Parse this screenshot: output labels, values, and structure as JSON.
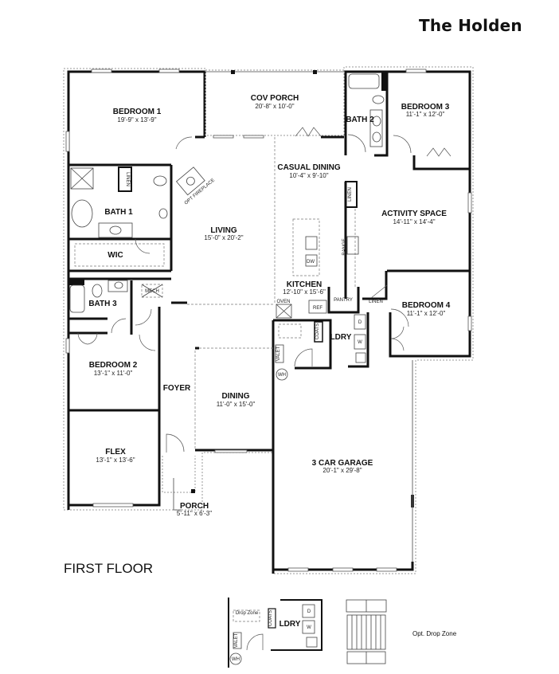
{
  "header": {
    "title": "The Holden"
  },
  "plan": {
    "floor_label": "FIRST FLOOR",
    "rooms": [
      {
        "id": "bedroom1",
        "name": "BEDROOM 1",
        "dims": "19'-9\" x 13'-9\""
      },
      {
        "id": "cov_porch",
        "name": "COV PORCH",
        "dims": "20'-8\" x 10'-0\""
      },
      {
        "id": "bath2",
        "name": "BATH 2",
        "dims": ""
      },
      {
        "id": "bedroom3",
        "name": "BEDROOM 3",
        "dims": "11'-1\" x 12'-0\""
      },
      {
        "id": "casual_dining",
        "name": "CASUAL DINING",
        "dims": "10'-4\" x 9'-10\""
      },
      {
        "id": "bath1",
        "name": "BATH 1",
        "dims": ""
      },
      {
        "id": "living",
        "name": "LIVING",
        "dims": "15'-0\" x 20'-2\""
      },
      {
        "id": "activity_space",
        "name": "ACTIVITY SPACE",
        "dims": "14'-11\" x 14'-4\""
      },
      {
        "id": "wic",
        "name": "WIC",
        "dims": ""
      },
      {
        "id": "kitchen",
        "name": "KITCHEN",
        "dims": "12'-10\" x 15'-6\""
      },
      {
        "id": "bath3",
        "name": "BATH 3",
        "dims": ""
      },
      {
        "id": "bedroom4",
        "name": "BEDROOM 4",
        "dims": "11'-1\" x 12'-0\""
      },
      {
        "id": "ldry",
        "name": "LDRY",
        "dims": ""
      },
      {
        "id": "bedroom2",
        "name": "BEDROOM 2",
        "dims": "13'-1\" x 11'-0\""
      },
      {
        "id": "foyer",
        "name": "FOYER",
        "dims": ""
      },
      {
        "id": "dining",
        "name": "DINING",
        "dims": "11'-0\" x 15'-0\""
      },
      {
        "id": "flex",
        "name": "FLEX",
        "dims": "13'-1\" x 13'-6\""
      },
      {
        "id": "garage",
        "name": "3 CAR GARAGE",
        "dims": "20'-1\" x 29'-8\""
      },
      {
        "id": "porch",
        "name": "PORCH",
        "dims": "5'-11\" x 6'-3\""
      }
    ],
    "fixtures": {
      "linen": "LINEN",
      "fireplace": "OPT FIREPLACE",
      "mech": "MECH",
      "range": "RANGE",
      "dw": "DW",
      "oven": "OVEN",
      "ref": "REF",
      "pantry": "PANTRY",
      "coats": "COATS",
      "valet": "VALET",
      "wh": "WH",
      "dryer": "D",
      "washer": "W"
    }
  },
  "option": {
    "drop_zone": "Drop Zone",
    "coats": "COATS",
    "ldry": "LDRY",
    "valet": "VALET",
    "wh": "WH",
    "dryer": "D",
    "washer": "W",
    "label": "Opt. Drop Zone"
  }
}
